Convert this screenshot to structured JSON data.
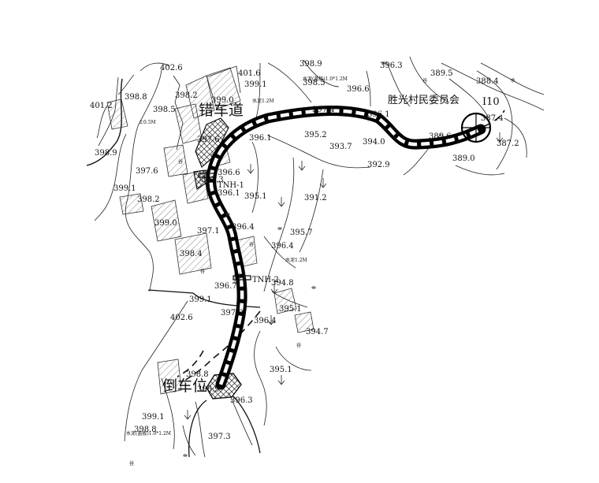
{
  "labels": {
    "turnaround_lane": "错车道",
    "turnaround_area": "倒车位",
    "village_committee": "胜光村民委员会",
    "node_1": "TNH-1",
    "node_2": "TNH-2",
    "code": "I10",
    "water": "水",
    "note_culvert_1": "水泥(盖板)1.0*1.2M",
    "note_culvert_2": "水泥(盖板)1.0*1.2M",
    "note_ditch_1": "水泥1.2M",
    "note_ditch_2": "水泥1.2M",
    "note_ditch_3": "土0.5M",
    "crop_1": "谷",
    "crop_2": "谷",
    "crop_3": "谷",
    "crop_4": "谷",
    "crop_5": "谷",
    "crop_6": "谷"
  },
  "elevations": {
    "e01": "402.6",
    "e02": "401.6",
    "e03": "399.1",
    "e04": "398.9",
    "e05": "398.5",
    "e06": "396.3",
    "e07": "389.5",
    "e08": "388.4",
    "e09": "401.2",
    "e10": "398.8",
    "e11": "398.2",
    "e12": "398.5",
    "e13": "399.0",
    "e14": "397.4",
    "e15": "396.6",
    "e16": "396.1",
    "e17": "387.4",
    "e18": "398.9",
    "e19": "397.6",
    "e20": "396.1",
    "e21": "395.2",
    "e22": "393.7",
    "e23": "394.0",
    "e24": "389.6",
    "e25": "387.2",
    "e26": "389.0",
    "e27": "392.9",
    "e28": "397.6",
    "e29": "399.1",
    "e30": "398.2",
    "e31": "396.6",
    "e32": "397.3",
    "e33": "396.1",
    "e34": "395.1",
    "e35": "391.2",
    "e36": "399.0",
    "e37": "397.1",
    "e38": "396.4",
    "e39": "395.7",
    "e40": "398.4",
    "e41": "396.4",
    "e42": "396.7",
    "e43": "394.8",
    "e44": "399.1",
    "e45": "402.6",
    "e46": "397.9",
    "e47": "396.4",
    "e48": "395.1",
    "e49": "394.7",
    "e50": "395.1",
    "e51": "398.8",
    "e52": "396.9",
    "e53": "396.3",
    "e54": "399.1",
    "e55": "398.8",
    "e56": "397.3"
  }
}
